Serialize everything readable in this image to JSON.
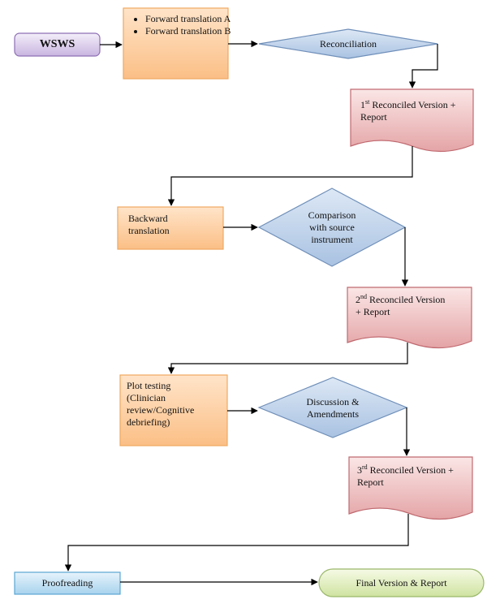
{
  "nodes": {
    "wsws": {
      "label": "WSWS"
    },
    "forward": {
      "items": [
        "Forward translation A",
        "Forward translation B"
      ]
    },
    "reconciliation": {
      "label": "Reconciliation"
    },
    "v1": {
      "ordinal": "1",
      "suffix": "st",
      "line1_rest": " Reconciled Version +",
      "line2": "Report"
    },
    "backward": {
      "line1": "Backward",
      "line2": "translation"
    },
    "comparison": {
      "line1": "Comparison",
      "line2": "with source",
      "line3": "instrument"
    },
    "v2": {
      "ordinal": "2",
      "suffix": "nd",
      "line1_rest": " Reconciled Version",
      "line2": "+ Report"
    },
    "pilot": {
      "line1": "Plot testing",
      "line2": "(Clinician",
      "line3": "review/Cognitive",
      "line4": "debriefing)"
    },
    "discussion": {
      "line1": "Discussion &",
      "line2": "Amendments"
    },
    "v3": {
      "ordinal": "3",
      "suffix": "rd",
      "line1_rest": " Reconciled Version +",
      "line2": "Report"
    },
    "proofreading": {
      "label": "Proofreading"
    },
    "final": {
      "label": "Final Version & Report"
    }
  },
  "colors": {
    "orange_fill_top": "#ffe4c9",
    "orange_fill_bottom": "#fbbf86",
    "orange_border": "#f0a860",
    "diamond_fill_top": "#dde8f5",
    "diamond_fill_bottom": "#a9c2e2",
    "diamond_border": "#6f8fb9",
    "doc_fill_top": "#fbe6e6",
    "doc_fill_bottom": "#e4a4a6",
    "doc_border": "#c06a70",
    "wsws_fill_top": "#f3eef9",
    "wsws_fill_bottom": "#c9b5e0",
    "wsws_border": "#8e6fb5",
    "proof_fill_top": "#e6f3fb",
    "proof_fill_bottom": "#a8d3ee",
    "proof_border": "#5aa6d3",
    "final_fill_top": "#f6fae6",
    "final_fill_bottom": "#cfe3a0",
    "final_border": "#9ab86a",
    "connector": "#000000"
  }
}
